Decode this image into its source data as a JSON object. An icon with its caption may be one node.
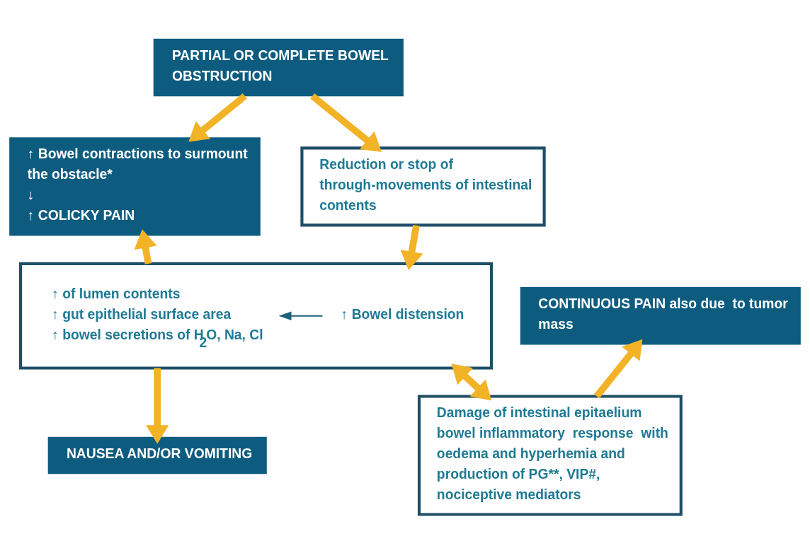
{
  "diagram": {
    "nodes": [
      {
        "text": [
          "PARTIAL OR COMPLETE BOWEL OBSTRUCTION"
        ]
      },
      {
        "text": [
          "↑ Bowel contractions to surmount the obstacle*",
          "↓",
          "↑ COLICKY PAIN"
        ]
      },
      {
        "text": [
          "Reduction or stop of through-movements of intestinal contents"
        ]
      },
      {
        "text": [
          "CONTINUOUS PAIN also due  to tumor mass"
        ]
      },
      {
        "text": [],
        "shape": "box"
      },
      {
        "text": [
          "↑ Bowel distension"
        ],
        "in": 4
      },
      {
        "text": [
          "↑ of lumen contents",
          "↑ gut epithelial surface area",
          "↑ bowel secretions of H$_{2}$O, Na, Cl"
        ],
        "in": 4
      },
      {
        "text": [
          "Damage of intestinal epitaelium",
          "bowel inflammatory  response  with oedema and hyperhemia and production of PG**, VIP#, nociceptive mediators"
        ]
      },
      {
        "text": [
          "NAUSEA AND/OR VOMITING"
        ]
      }
    ],
    "edges": [
      {
        "from": 0,
        "to": 2,
        "arrow": "to"
      },
      {
        "from": 0,
        "to": 1,
        "arrow": "to"
      },
      {
        "from": 2,
        "to": 4,
        "arrow": "to"
      },
      {
        "from": 4,
        "to": 1,
        "arrow": "to"
      },
      {
        "from": 5,
        "to": 6,
        "arrow": "to",
        "color": "#1f5f7a"
      },
      {
        "from": 7,
        "to": 4,
        "arrow": "both"
      },
      {
        "from": 4,
        "to": 8,
        "arrow": "to"
      },
      {
        "from": 7,
        "to": 3,
        "arrow": "to"
      }
    ]
  }
}
